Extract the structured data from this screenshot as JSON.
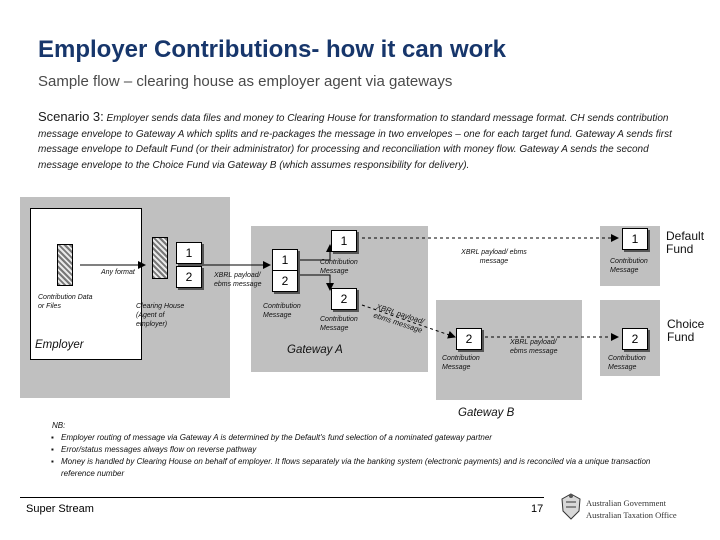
{
  "header": {
    "title": "Employer Contributions- how it can work",
    "subtitle": "Sample flow – clearing house as employer agent via gateways"
  },
  "scenario": {
    "lead": "Scenario 3:",
    "text": "Employer sends data files and money to Clearing House for transformation to standard message format. CH sends contribution message envelope to Gateway A which splits and re-packages the message in two envelopes – one for each target fund. Gateway A sends first message envelope to Default Fund (or their administrator) for processing and reconciliation with money flow. Gateway A sends the second message envelope to the Choice Fund via Gateway B (which assumes responsibility for delivery)."
  },
  "diagram": {
    "employer": {
      "label": "Employer",
      "data_label": "Contribution Data or Files",
      "any_format": "Any format"
    },
    "clearing_house": {
      "label": "Clearing House (Agent of employer)",
      "num1": "1",
      "num2": "2",
      "payload": "XBRL payload/ ebms message"
    },
    "gateway_a": {
      "label": "Gateway A",
      "num1": "1",
      "num2": "2",
      "contrib_msg": "Contribution Message",
      "top_num": "1",
      "top_msg": "Contribution Message",
      "mid_num": "2",
      "mid_msg": "Contribution Message",
      "rotated_payload": "XBRL payload/ ebms message"
    },
    "default_fund": {
      "label": "Default Fund",
      "num": "1",
      "msg": "Contribution Message",
      "payload": "XBRL payload/ ebms message"
    },
    "gateway_b": {
      "label": "Gateway B",
      "num": "2",
      "msg": "Contribution Message",
      "payload": "XBRL payload/ ebms message"
    },
    "choice_fund": {
      "label": "Choice Fund",
      "num": "2",
      "msg": "Contribution Message"
    }
  },
  "notes": {
    "heading": "NB:",
    "items": [
      "Employer routing of message via Gateway A is determined by the Default's fund selection of a nominated gateway partner",
      "Error/status messages always flow on reverse pathway",
      "Money is handled by Clearing House on behalf of employer. It flows separately via the banking system (electronic payments) and is reconciled via a unique transaction reference number"
    ]
  },
  "footer": {
    "brand": "Super Stream",
    "page": "17",
    "logo_line1": "Australian Government",
    "logo_line2": "Australian Taxation Office"
  }
}
